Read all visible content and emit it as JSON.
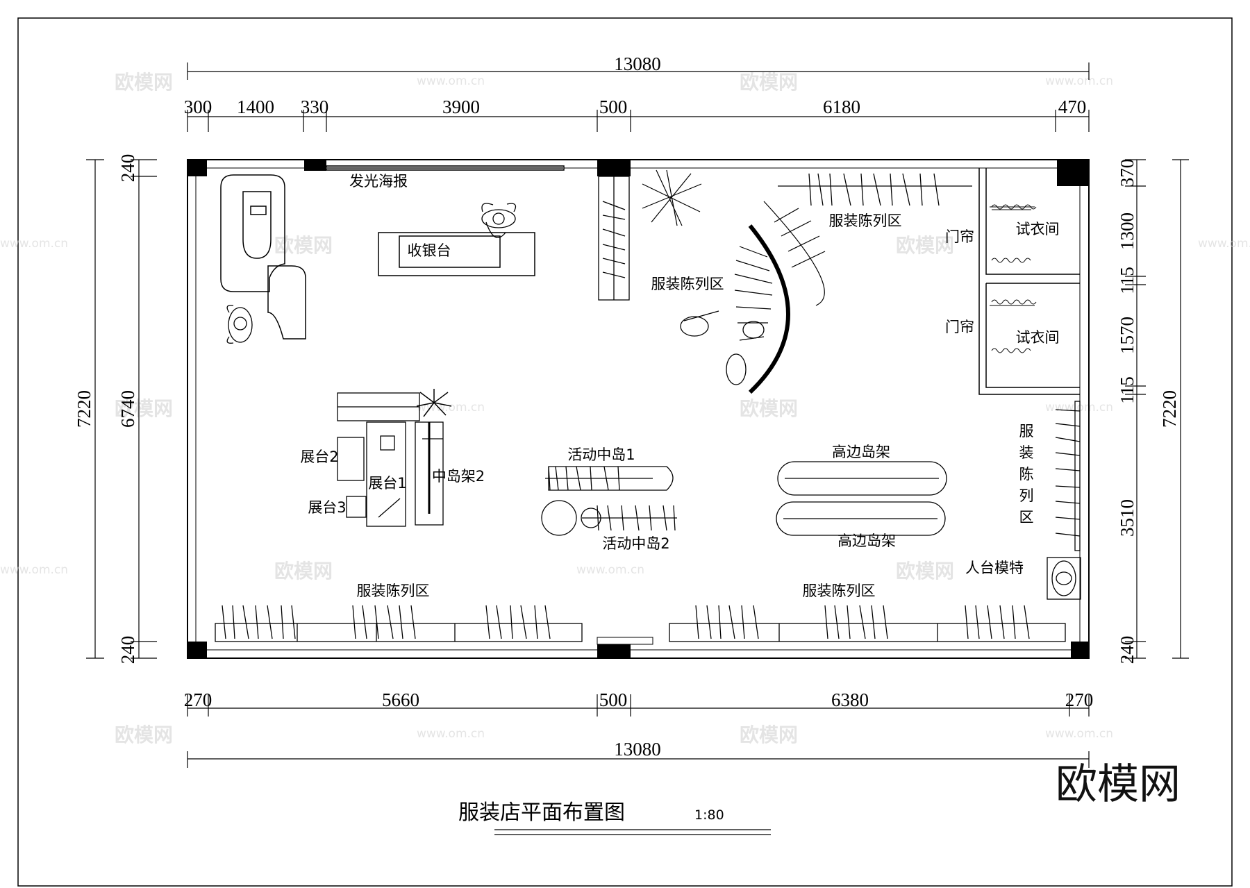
{
  "drawing": {
    "title": "服装店平面布置图",
    "scale": "1:80",
    "brand": "欧模网",
    "watermark_text": "欧模网",
    "watermark_url": "www.om.cn"
  },
  "dimensions": {
    "top_total": "13080",
    "top_segments": [
      "300",
      "1400",
      "330",
      "3900",
      "500",
      "6180",
      "470"
    ],
    "bottom_segments": [
      "270",
      "5660",
      "500",
      "6380",
      "270"
    ],
    "bottom_total": "13080",
    "left_total": "7220",
    "left_segments": [
      "240",
      "6740",
      "240"
    ],
    "right_segments": [
      "370",
      "1300",
      "115",
      "1570",
      "115",
      "3510",
      "240"
    ],
    "right_total": "7220"
  },
  "labels": {
    "poster": "发光海报",
    "cashier": "收银台",
    "display_top_center": "服装陈列区",
    "display_top_right": "服装陈列区",
    "curtain_1": "门帘",
    "curtain_2": "门帘",
    "fitting_1": "试衣间",
    "fitting_2": "试衣间",
    "display_right_v": [
      "服",
      "装",
      "陈",
      "列",
      "区"
    ],
    "platform_1": "展台1",
    "platform_2": "展台2",
    "platform_3": "展台3",
    "mid_island_2": "中岛架2",
    "mobile_island_1": "活动中岛1",
    "mobile_island_2": "活动中岛2",
    "high_island_1": "高边岛架",
    "high_island_2": "高边岛架",
    "mannequin": "人台模特",
    "display_bottom_left": "服装陈列区",
    "display_bottom_right": "服装陈列区"
  }
}
